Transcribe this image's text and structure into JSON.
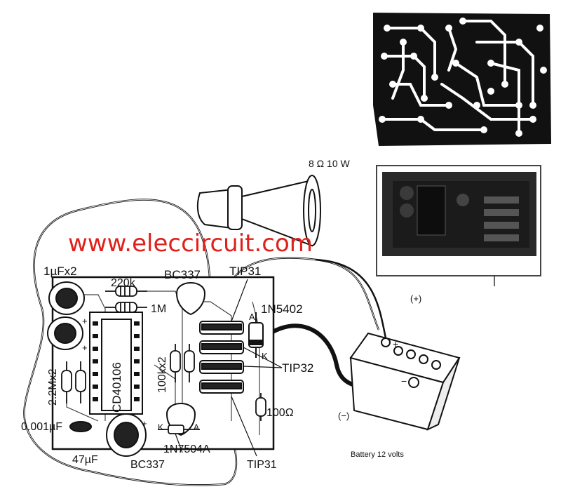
{
  "watermark": "www.eleccircuit.com",
  "speaker_label": "8 Ω 10 W",
  "labels": {
    "cap_1uf": "1µFx2",
    "r_220k": "220k",
    "bc337_top": "BC337",
    "tip31_top": "TIP31",
    "r_1m": "1M",
    "diode_1n5402": "1N5402",
    "pin_a": "A",
    "pin_k": "K",
    "tip32": "TIP32",
    "ic": "CD40106",
    "r_100kx2": "100kx2",
    "r_2m2x2": "2.2Mx2",
    "r_100": "100Ω",
    "cap_001": "0.001µF",
    "cap_47": "47µF",
    "diode_1n7504a": "1N7504A",
    "bc337_bottom": "BC337",
    "tip31_bottom": "TIP31",
    "pin_k2": "K",
    "pin_a2": "A",
    "plus_pcb1": "+",
    "plus_pcb2": "+",
    "plus_cap47": "+",
    "battery_plus": "+",
    "battery_minus": "−",
    "pos_terminal": "(+)",
    "neg_terminal": "(−)",
    "battery": "Battery 12 volts"
  },
  "colors": {
    "ink": "#111111",
    "watermark": "#e0201a",
    "photo_dark": "#2a2a2a"
  }
}
